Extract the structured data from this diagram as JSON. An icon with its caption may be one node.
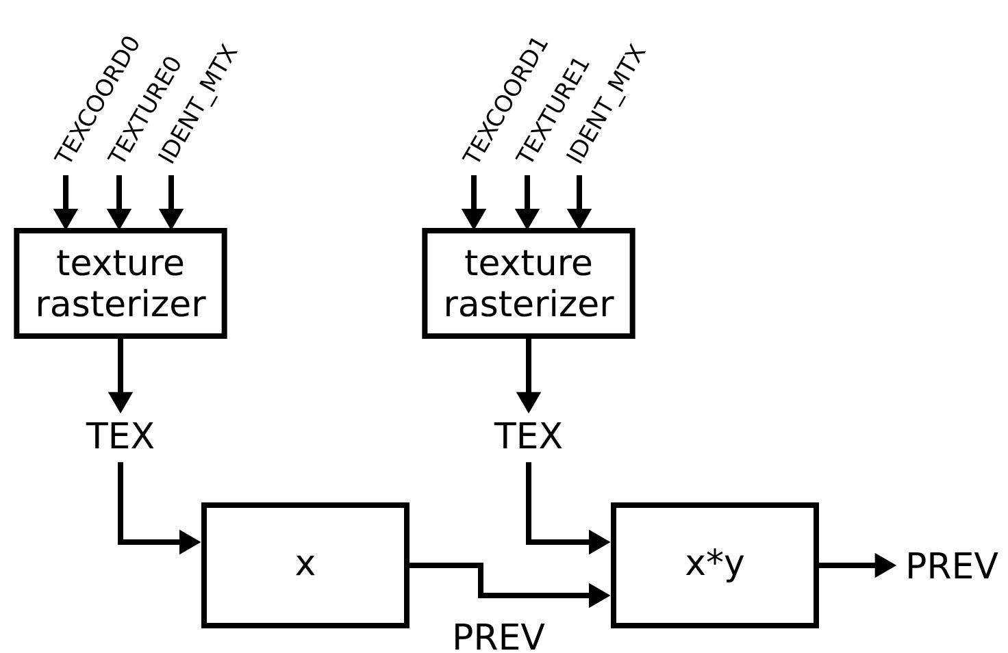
{
  "diagram": {
    "nodes": [
      {
        "text": [
          "TEXCOORD0"
        ]
      },
      {
        "text": [
          "TEXTURE0"
        ]
      },
      {
        "text": [
          "IDENT_MTX"
        ]
      },
      {
        "text": [
          "TEXCOORD1"
        ]
      },
      {
        "text": [
          "TEXTURE1"
        ]
      },
      {
        "text": [
          "IDENT_MTX"
        ]
      },
      {
        "text": [
          "texture rasterizer"
        ]
      },
      {
        "text": [
          "texture rasterizer"
        ]
      },
      {
        "text": [
          "TEX"
        ]
      },
      {
        "text": [
          "TEX"
        ]
      },
      {
        "text": [
          "x"
        ]
      },
      {
        "text": [
          "x*y"
        ]
      },
      {
        "text": [
          "PREV"
        ]
      }
    ],
    "edges": [
      {
        "from": 0,
        "to": 6,
        "arrow": "to"
      },
      {
        "from": 1,
        "to": 6,
        "arrow": "to"
      },
      {
        "from": 2,
        "to": 6,
        "arrow": "to"
      },
      {
        "from": 3,
        "to": 7,
        "arrow": "to"
      },
      {
        "from": 4,
        "to": 7,
        "arrow": "to"
      },
      {
        "from": 5,
        "to": 7,
        "arrow": "to"
      },
      {
        "from": 6,
        "to": 8,
        "arrow": "to"
      },
      {
        "from": 7,
        "to": 9,
        "arrow": "to"
      },
      {
        "from": 8,
        "to": 10,
        "arrow": "to"
      },
      {
        "from": 9,
        "to": 11,
        "arrow": "to"
      },
      {
        "from": 10,
        "to": 11,
        "arrow": "to",
        "label": "PREV"
      },
      {
        "from": 11,
        "to": 12,
        "arrow": "to"
      }
    ]
  }
}
